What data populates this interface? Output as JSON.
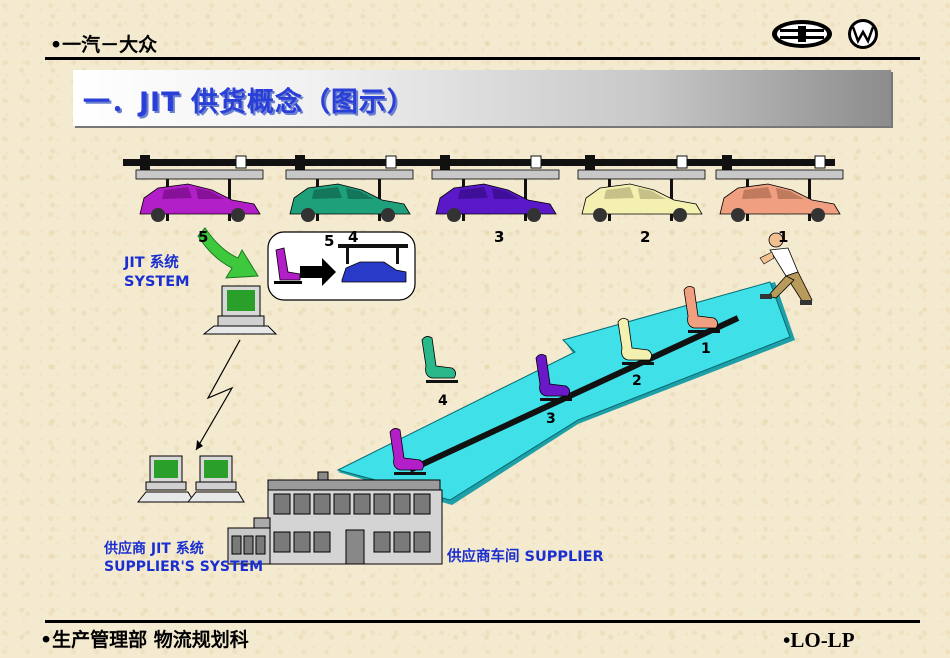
{
  "header": {
    "company": "•一汽－大众"
  },
  "title": "一．JIT 供货概念（图示）",
  "cars": [
    {
      "num": "5",
      "color": "#b21ec8",
      "dark": "#6a0a7a"
    },
    {
      "num": "4",
      "color": "#1ea07a",
      "dark": "#0c5a44"
    },
    {
      "num": "3",
      "color": "#5a18c8",
      "dark": "#2e0a7a"
    },
    {
      "num": "2",
      "color": "#f4f0b0",
      "dark": "#a8a070"
    },
    {
      "num": "1",
      "color": "#f0a080",
      "dark": "#a06048"
    }
  ],
  "callout_number": "5",
  "seat_numbers": {
    "s4": "4",
    "s3": "3",
    "s2": "2",
    "s1": "1"
  },
  "labels": {
    "jit_system_cn": "JIT  系统",
    "jit_system_en": "SYSTEM",
    "supplier_system_cn": "供应商  JIT  系统",
    "supplier_system_en": "SUPPLIER'S SYSTEM",
    "supplier_workshop": "供应商车间   SUPPLIER"
  },
  "footer": {
    "department": "•生产管理部  物流规划科",
    "code": "•LO-LP"
  },
  "icons": {
    "logo_faw": "faw-logo",
    "logo_vw": "vw-logo"
  }
}
